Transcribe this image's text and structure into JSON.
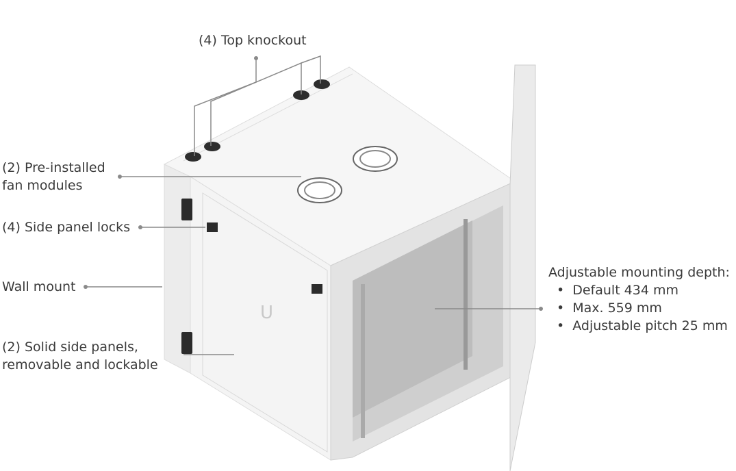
{
  "callouts": {
    "top_knockout": "(4) Top knockout",
    "fan_modules": [
      "(2) Pre-installed",
      "fan modules"
    ],
    "side_panel_locks": "(4) Side panel locks",
    "wall_mount": "Wall mount",
    "side_panels": [
      "(2) Solid side panels,",
      "removable and lockable"
    ],
    "mounting_depth": {
      "title": "Adjustable mounting depth:",
      "items": [
        "Default 434 mm",
        "Max. 559 mm",
        "Adjustable pitch 25 mm"
      ]
    }
  },
  "colors": {
    "cabinet": "#f2f2f2",
    "line": "#8a8a8a",
    "text": "#3a3a3a"
  }
}
